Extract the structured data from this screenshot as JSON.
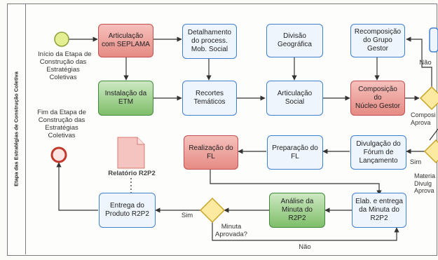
{
  "lane_label": "Etapa das Estratégias de Construção Coletiva",
  "start_event_label": [
    "Início da Etapa de",
    "Construção das",
    "Estratégias",
    "Coletivas"
  ],
  "end_event_label": [
    "Fim da Etapa de",
    "Construção das",
    "Estratégias",
    "Coletivas"
  ],
  "tasks": {
    "articulacao_seplama": [
      "Articulação",
      "com SEPLAMA"
    ],
    "detalhamento": [
      "Detalhamento",
      "do process.",
      "Mob. Social"
    ],
    "divisao_geografica": [
      "Divisão",
      "Geográfica"
    ],
    "recomposicao_grupo": [
      "Recomposição",
      "do Grupo",
      "Gestor"
    ],
    "instalacao_etm": [
      "Instalação da",
      "ETM"
    ],
    "recortes_tematicos": [
      "Recortes",
      "Temáticos"
    ],
    "articulacao_social": [
      "Articulação",
      "Social"
    ],
    "composicao_nucleo": [
      "Composição do",
      "Núcleo Gestor"
    ],
    "realizacao_fl": [
      "Realização do",
      "FL"
    ],
    "preparacao_fl": [
      "Preparação do",
      "FL"
    ],
    "divulgacao_forum": [
      "Divulgação do",
      "Fórum de",
      "Lançamento"
    ],
    "entrega_produto": [
      "Entrega do",
      "Produto R2P2"
    ],
    "analise_minuta": [
      "Análise da",
      "Minuta do",
      "R2P2"
    ],
    "elab_entrega_minuta": [
      "Elab. e entrega",
      "da Minuta do",
      "R2P2"
    ]
  },
  "document_label": "Relatório R2P2",
  "gateway_minuta_label": [
    "Minuta",
    "Aprovada?"
  ],
  "flow_labels": {
    "sim_minuta": "Sim",
    "nao_minuta": "Não",
    "nao_top": "Não",
    "sim_material": "Sim"
  },
  "cut_off_labels": {
    "composicao_aprovada": [
      "Composi",
      "Aprova"
    ],
    "material_divulgacao": [
      "Materia",
      "Divulg",
      "Aprova"
    ]
  },
  "colors": {
    "task_blue_border": "#3f7fd0",
    "task_red_fill": "#e58b84",
    "task_green_fill": "#7fbe6a",
    "start_event_fill": "#e4ef93",
    "end_event_border": "#c0392b",
    "gateway_fill": "#fbeaa0"
  }
}
